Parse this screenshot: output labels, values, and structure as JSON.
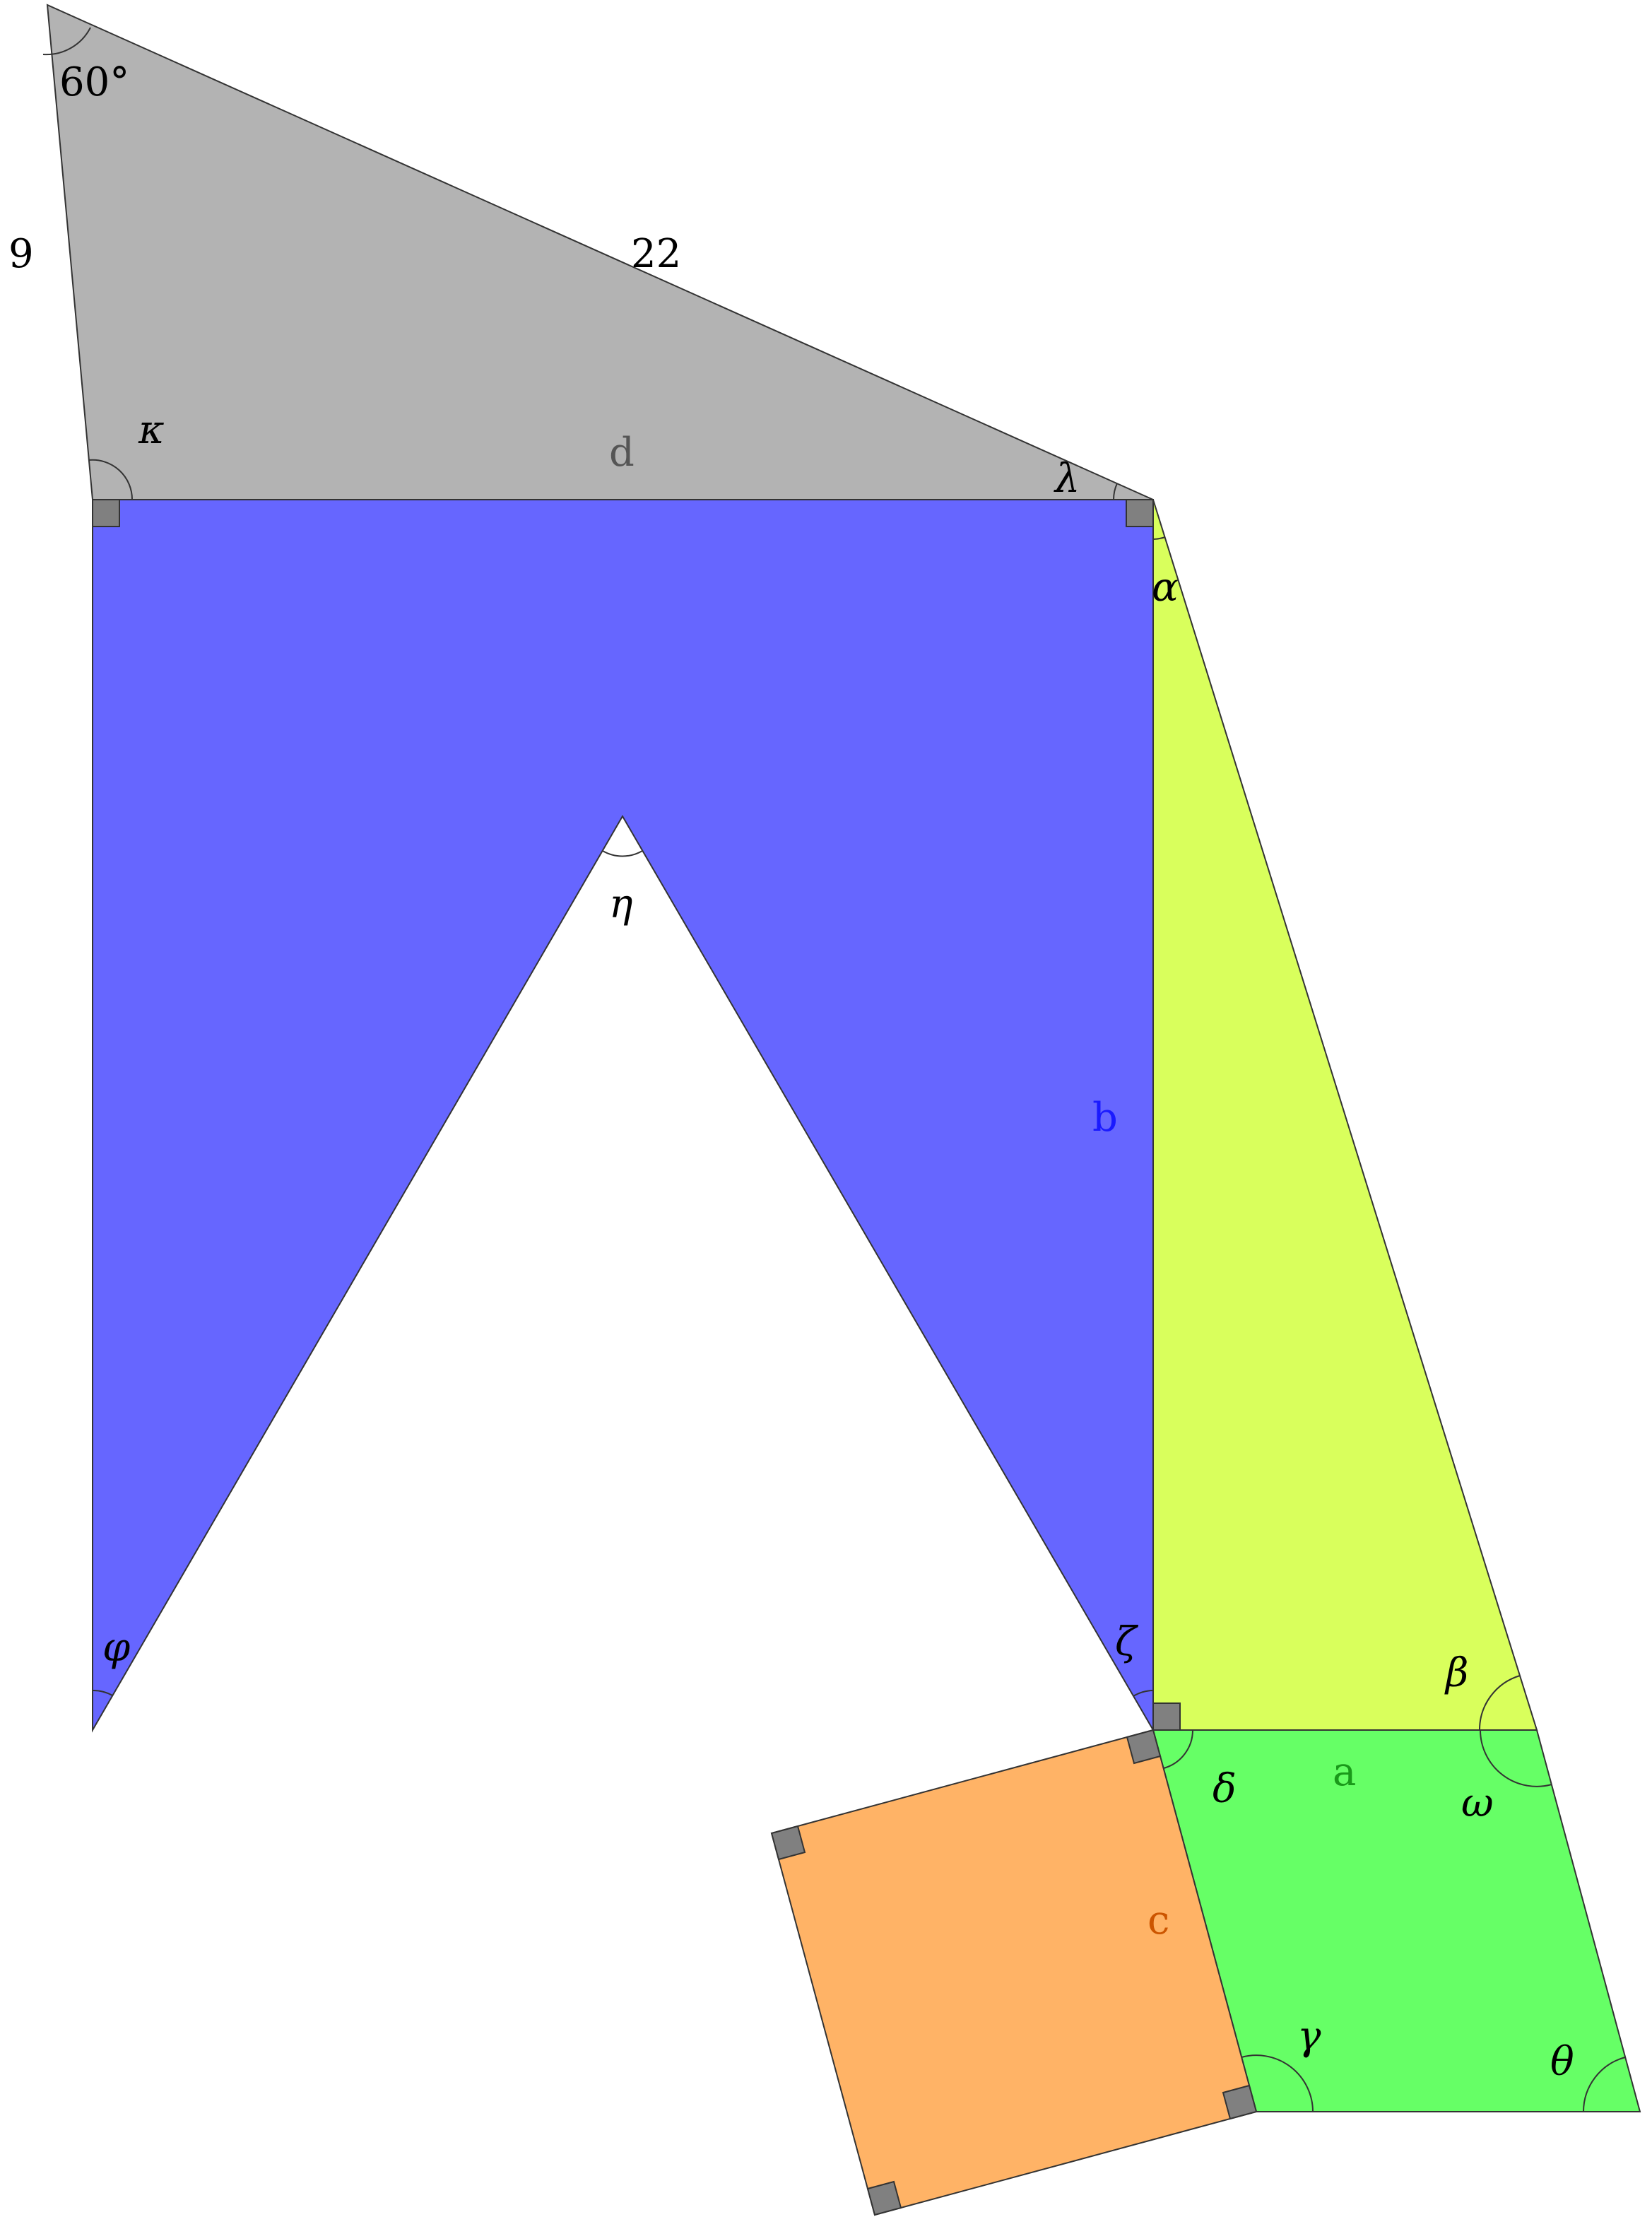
{
  "colors": {
    "gray_triangle": "#b3b3b3",
    "blue_shape": "#6666ff",
    "lime_triangle": "#d9ff5c",
    "green_parallelogram": "#66ff66",
    "orange_square": "#ffb366",
    "right_angle_marker": "#808080",
    "stroke": "#333333",
    "label_black": "#000000",
    "label_blue": "#1a1aff",
    "label_green": "#1a991a",
    "label_orange": "#cc5500",
    "label_gray": "#555555"
  },
  "labels": {
    "side_9": "9",
    "side_22": "22",
    "angle_60": "60°",
    "side_d": "d",
    "side_b": "b",
    "side_a": "a",
    "side_c": "c",
    "kappa": "κ",
    "lambda": "λ",
    "alpha": "α",
    "eta": "η",
    "phi": "φ",
    "zeta": "ζ",
    "beta": "β",
    "delta": "δ",
    "omega": "ω",
    "gamma": "γ",
    "theta": "θ"
  }
}
